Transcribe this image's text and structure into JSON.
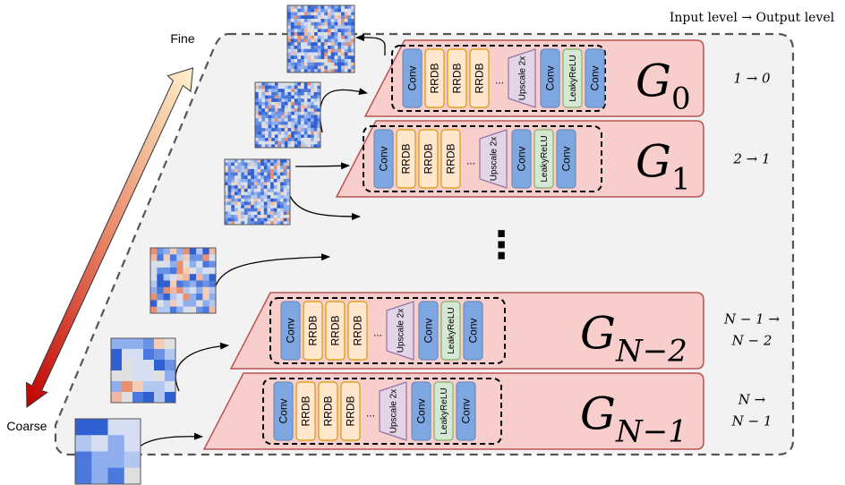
{
  "header": {
    "levels": "Input level → Output level"
  },
  "axis": {
    "fine": "Fine",
    "coarse": "Coarse"
  },
  "ellipsis": "⋮",
  "colors": {
    "panel_bg": "#f2f2f2",
    "generator_fill": "#f8cecc",
    "generator_stroke": "#b85450",
    "conv_fill": "#7ea6e0",
    "conv_stroke": "#6c8ebf",
    "rrdb_fill": "#ffe6cc",
    "rrdb_stroke": "#d79b00",
    "upscale_fill": "#e1d5e7",
    "upscale_stroke": "#9673a6",
    "leaky_fill": "#d5e8d4",
    "leaky_stroke": "#82b366"
  },
  "block": {
    "conv": "Conv",
    "rrdb": "RRDB",
    "dots": "...",
    "upscale": "Upscale 2x",
    "leaky": "LeakyReLU"
  },
  "generators": [
    {
      "base": "G",
      "sub": "0",
      "io": [
        "1 → 0"
      ]
    },
    {
      "base": "G",
      "sub": "1",
      "io": [
        "2 → 1"
      ]
    },
    {
      "base": "G",
      "sub": "N−2",
      "io": [
        "N − 1 →",
        "N − 2"
      ]
    },
    {
      "base": "G",
      "sub": "N−1",
      "io": [
        "N →",
        "N − 1"
      ]
    }
  ]
}
